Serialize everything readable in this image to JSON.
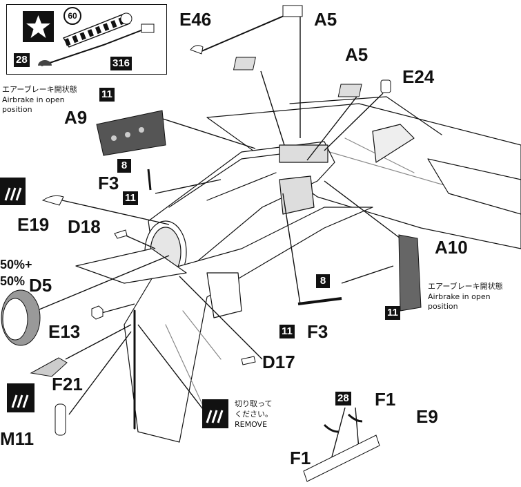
{
  "inset": {
    "step_badge_60": "60",
    "badge_28": "28",
    "badge_316": "316"
  },
  "parts": {
    "E46": "E46",
    "A5_left": "A5",
    "A5_right": "A5",
    "E24": "E24",
    "A9": "A9",
    "F3_upper": "F3",
    "E19": "E19",
    "D18": "D18",
    "D5": "D5",
    "E13": "E13",
    "F21": "F21",
    "M11": "M11",
    "A10": "A10",
    "F3_lower": "F3",
    "D17": "D17",
    "F1_top": "F1",
    "E9": "E9",
    "F1_bottom": "F1"
  },
  "color_refs": {
    "badge_11_a9": "11",
    "badge_8_upper": "8",
    "badge_11_upper": "11",
    "badge_8_lower": "8",
    "badge_11_lower": "11",
    "badge_11_a10": "11",
    "badge_28_f1": "28"
  },
  "notes": {
    "airbrake_left_jp": "エアーブレーキ開状態",
    "airbrake_left_en1": "Airbrake in open",
    "airbrake_left_en2": "position",
    "airbrake_right_jp": "エアーブレーキ開状態",
    "airbrake_right_en1": "Airbrake in open",
    "airbrake_right_en2": "position",
    "paint_mix_1": "50%+",
    "paint_mix_2": "50%",
    "remove_jp1": "切り取って",
    "remove_jp2": "ください。",
    "remove_en": "REMOVE"
  },
  "icons": [
    "star-decal-icon",
    "cement-tube-icon",
    "cut-remove-icon"
  ],
  "colors": {
    "ink": "#111111",
    "paper": "#ffffff",
    "shade": "#d9d9d9"
  }
}
